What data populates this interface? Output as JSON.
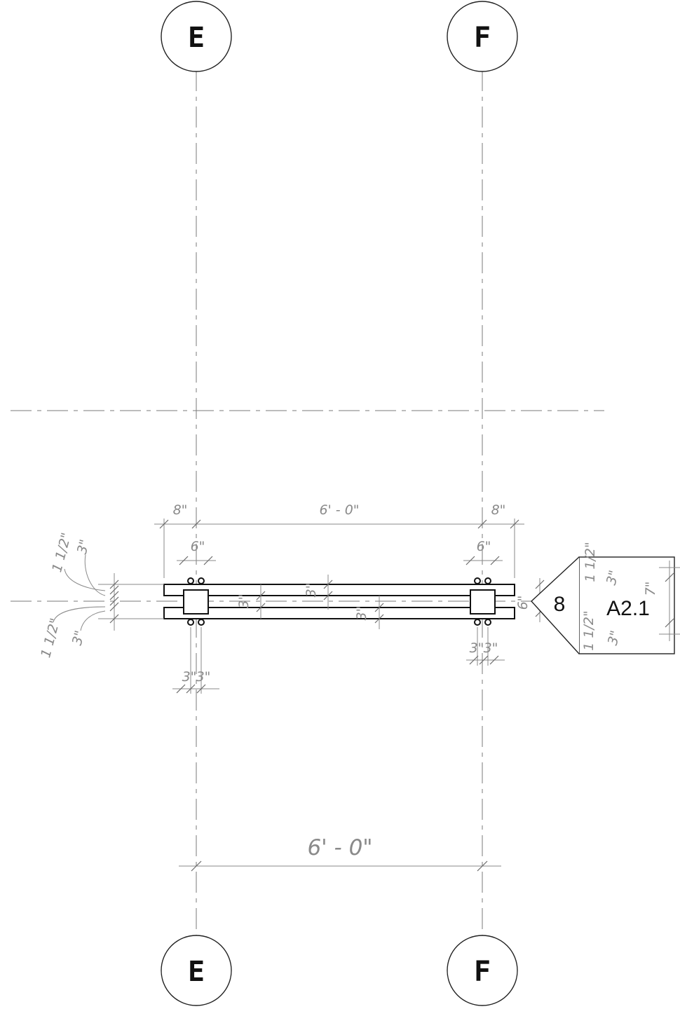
{
  "grid_labels": {
    "top_left": "E",
    "top_right": "F",
    "bottom_left": "E",
    "bottom_right": "F"
  },
  "dimensions": {
    "left_overhang": "8\"",
    "main_span": "6' - 0\"",
    "right_overhang": "8\"",
    "left_post": "6\"",
    "right_post": "6\"",
    "left_bolt_a": "3\"",
    "left_bolt_b": "3\"",
    "right_bolt_a": "3\"",
    "right_bolt_b": "3\"",
    "depth_left": "3\"",
    "depth_mid": "3\"",
    "depth_right": "3\"",
    "left_stack_top_a": "1 1/2\"",
    "left_stack_top_b": "3\"",
    "left_stack_bot_a": "1 1/2\"",
    "left_stack_bot_b": "3\"",
    "section_depth": "6\"",
    "grid_span": "6' - 0\""
  },
  "section_tag": {
    "number": "8",
    "sheet": "A2.1",
    "dims": {
      "top_a": "1 1/2\"",
      "top_b": "3\"",
      "right": "7\"",
      "bot_a": "1 1/2\"",
      "bot_b": "3\""
    }
  }
}
